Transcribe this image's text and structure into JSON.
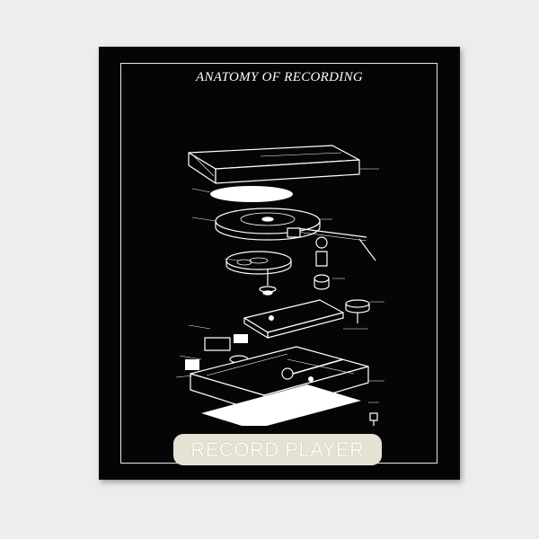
{
  "poster": {
    "title": "ANATOMY OF RECORDING",
    "label": "RECORD PLAYER"
  },
  "colors": {
    "background": "#ededee",
    "print": "#050505",
    "ink": "#ffffff",
    "pill": "#e4e2d2"
  },
  "diagram": {
    "parts": [
      "dust-cover",
      "mat",
      "platter",
      "tonearm",
      "pulley",
      "spindle",
      "cartridge",
      "top-plate",
      "motor",
      "base-chassis",
      "bottom-panel",
      "foot"
    ]
  }
}
